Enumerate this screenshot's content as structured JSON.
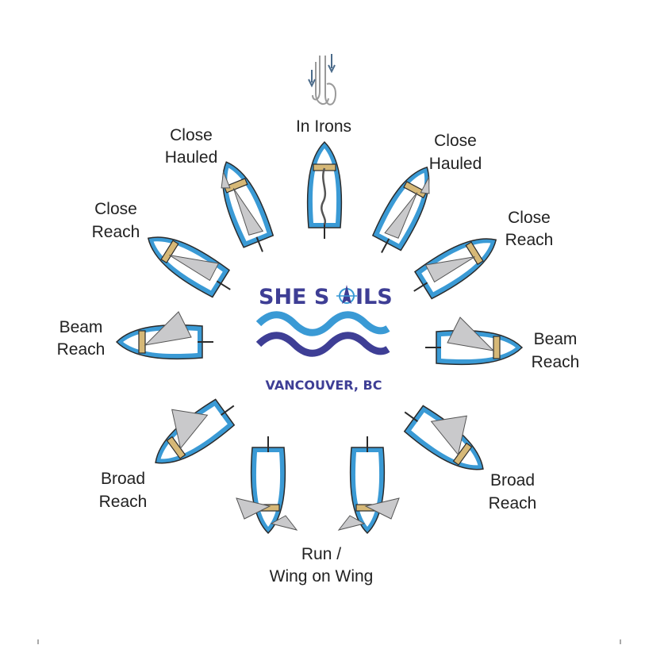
{
  "wind_icon": "wind-icon",
  "colors": {
    "hull_blue": "#3a9ad5",
    "hull_outline": "#2b2b2b",
    "sail_gray": "#c9c9cb",
    "deck_tan": "#d6b877",
    "wave_light": "#3a9ad5",
    "wave_dark": "#3e3e95",
    "text": "#222222",
    "wind_gray": "#9a9a9a"
  },
  "logo": {
    "title_left": "SHE S",
    "title_right": "ILS",
    "location": "VANCOUVER, BC"
  },
  "labels": {
    "in_irons": "In Irons",
    "close_hauled_left_1": "Close",
    "close_hauled_left_2": "Hauled",
    "close_hauled_right_1": "Close",
    "close_hauled_right_2": "Hauled",
    "close_reach_left_1": "Close",
    "close_reach_left_2": "Reach",
    "close_reach_right_1": "Close",
    "close_reach_right_2": "Reach",
    "beam_reach_left_1": "Beam",
    "beam_reach_left_2": "Reach",
    "beam_reach_right_1": "Beam",
    "beam_reach_right_2": "Reach",
    "broad_reach_left_1": "Broad",
    "broad_reach_left_2": "Reach",
    "broad_reach_right_1": "Broad",
    "broad_reach_right_2": "Reach",
    "run_1": "Run /",
    "run_2": "Wing on Wing"
  }
}
